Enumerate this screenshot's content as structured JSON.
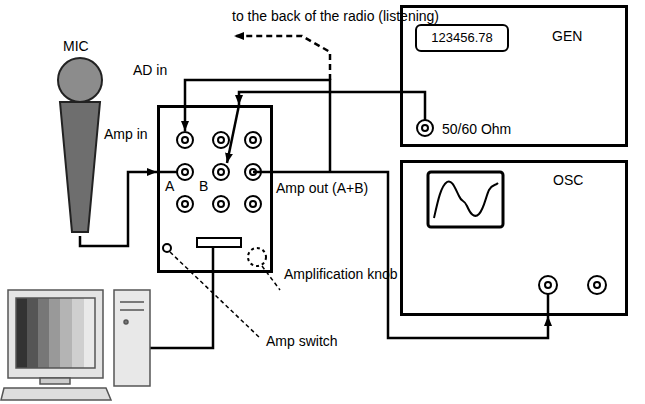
{
  "diagram": {
    "nodes": [
      {
        "text": [
          "MIC"
        ]
      },
      {
        "text": [
          "A",
          "B",
          "Amp out (A+B)"
        ]
      },
      {
        "text": [
          "GEN",
          "50/60 Ohm"
        ]
      },
      {
        "text": [
          "123456.78"
        ],
        "in": 2
      },
      {
        "text": [
          "OSC"
        ]
      }
    ],
    "edges": [
      {
        "from": 0,
        "to": 1,
        "arrow": "to",
        "label": "Amp in"
      },
      {
        "from": 2,
        "to": 1,
        "arrow": "to"
      },
      {
        "from": 1,
        "to": 4,
        "arrow": "to"
      }
    ],
    "labels": [
      "to the back of the radio (listening)",
      "AD in",
      "Amplification knob",
      "Amp switch"
    ]
  }
}
